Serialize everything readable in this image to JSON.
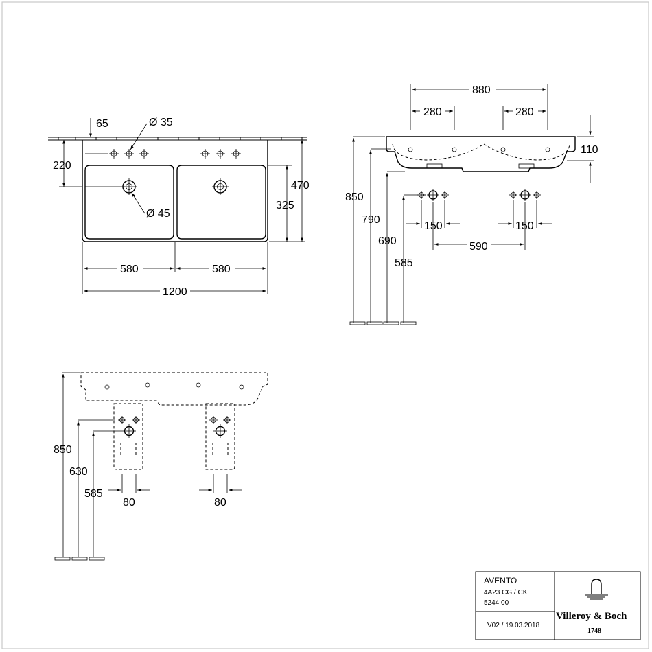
{
  "top_view": {
    "dim_65": "65",
    "dim_dia35": "Ø 35",
    "dim_220": "220",
    "dim_470": "470",
    "dim_325": "325",
    "dim_dia45": "Ø 45",
    "dim_580_left": "580",
    "dim_580_right": "580",
    "dim_1200": "1200"
  },
  "front_view": {
    "dim_880": "880",
    "dim_280_left": "280",
    "dim_280_right": "280",
    "dim_110": "110",
    "dim_850": "850",
    "dim_790": "790",
    "dim_690": "690",
    "dim_585": "585",
    "dim_150_left": "150",
    "dim_150_right": "150",
    "dim_590": "590"
  },
  "wall_view": {
    "dim_850": "850",
    "dim_630": "630",
    "dim_585": "585",
    "dim_80_left": "80",
    "dim_80_right": "80"
  },
  "title_block": {
    "product": "AVENTO",
    "code": "4A23 CG / CK",
    "number": "5244 00",
    "version": "V02 / 19.03.2018",
    "brand": "Villeroy & Boch",
    "brand_year": "1748"
  }
}
